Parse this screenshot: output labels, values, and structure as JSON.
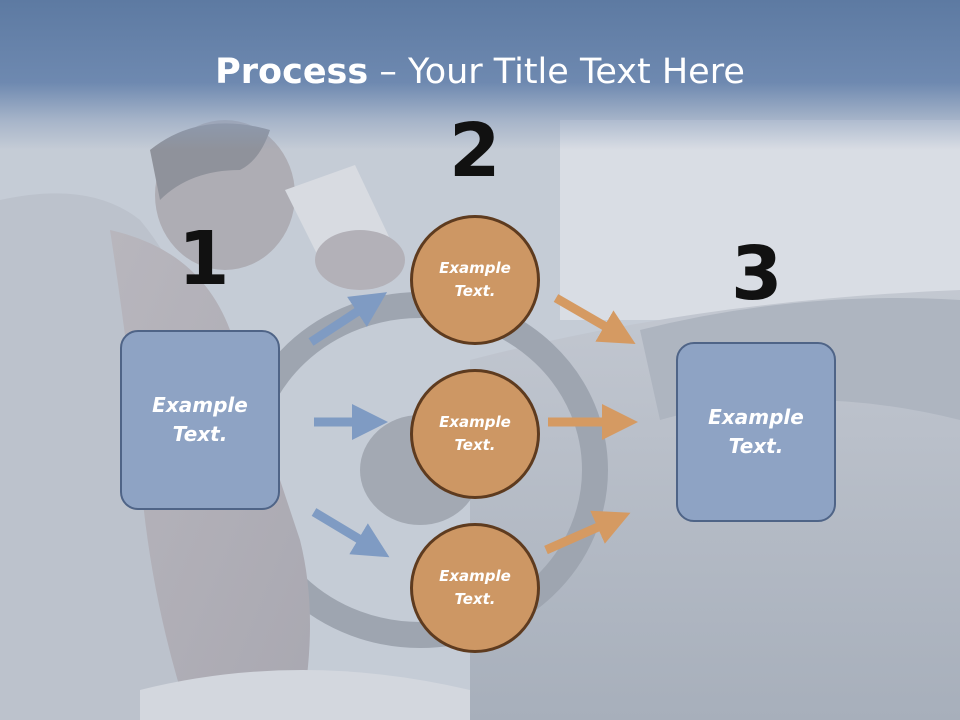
{
  "title": {
    "bold": "Process",
    "rest": " – Your Title Text Here"
  },
  "steps": [
    {
      "number": "1",
      "label": "Example\nText."
    },
    {
      "number": "2",
      "label": "Example\nText."
    },
    {
      "number": "3",
      "label": "Example\nText."
    }
  ],
  "circles": [
    {
      "label": "Example\nText."
    },
    {
      "label": "Example\nText."
    },
    {
      "label": "Example\nText."
    }
  ],
  "colors": {
    "box_fill": "#8ea3c4",
    "circle_fill": "#cd9764",
    "blue_arrow": "#7f9bc3",
    "orange_arrow": "#d59a62",
    "title_band": "#6482ab"
  }
}
